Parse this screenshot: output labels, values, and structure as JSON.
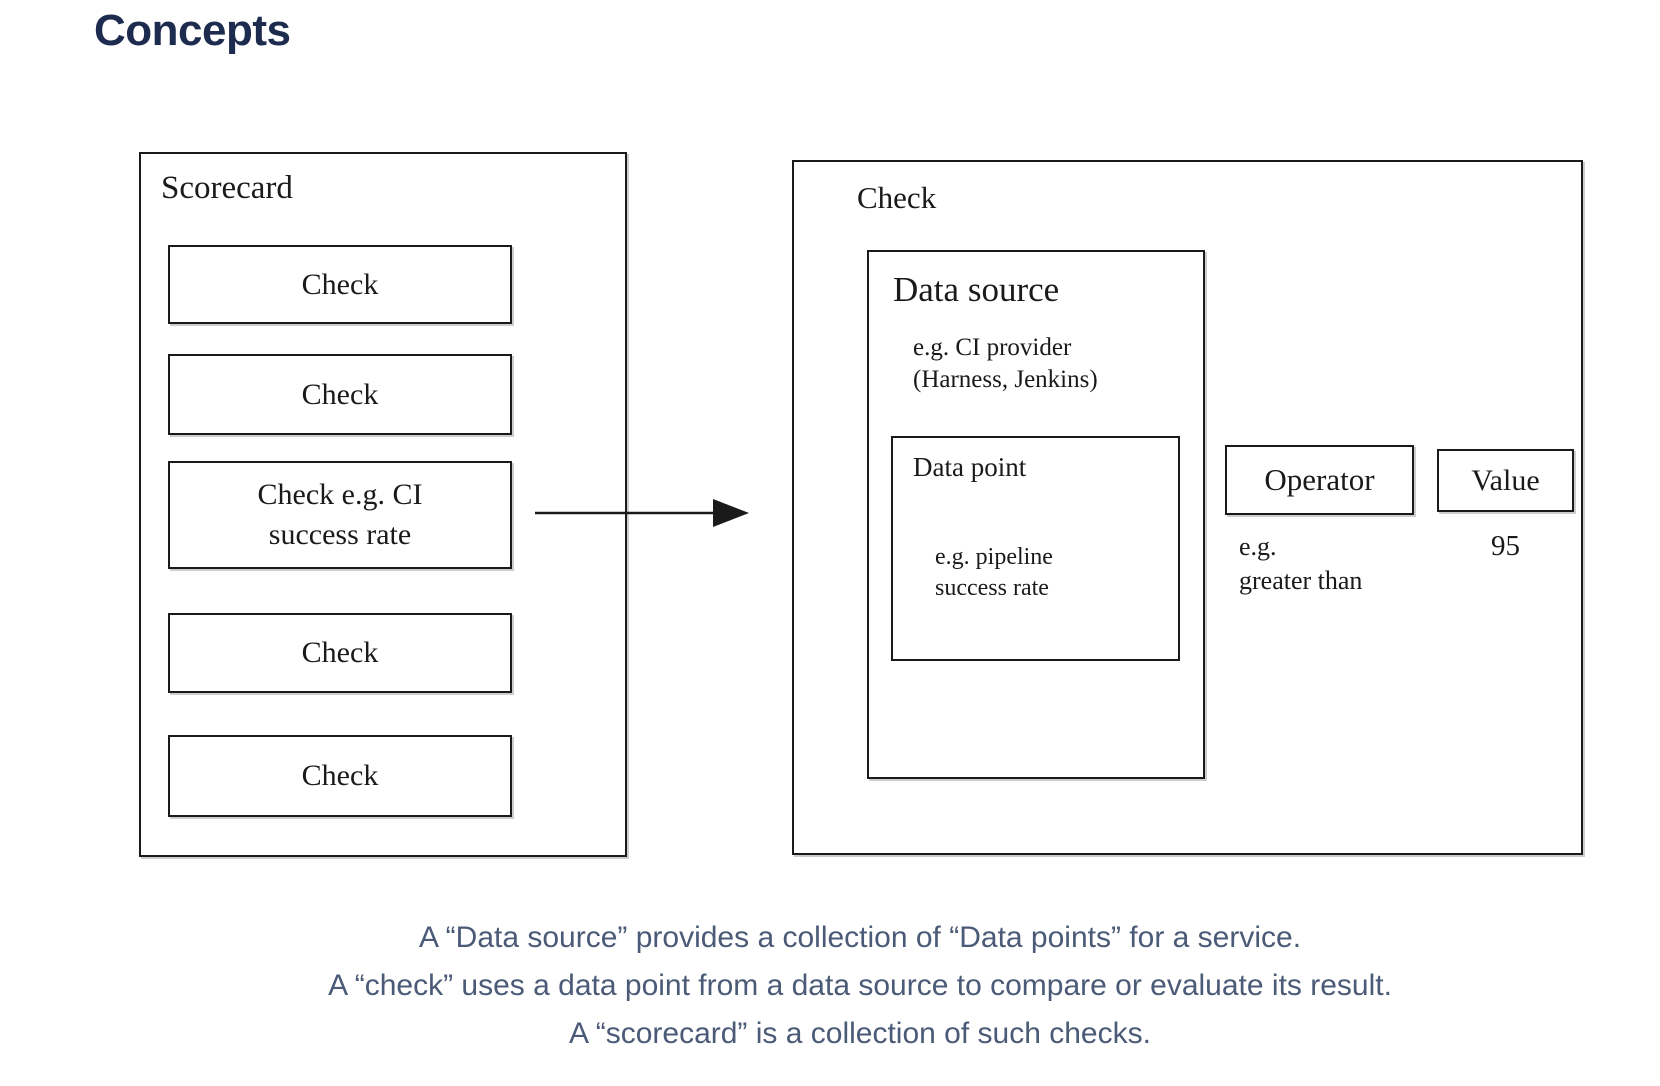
{
  "title": "Concepts",
  "scorecard": {
    "label": "Scorecard",
    "checks": [
      "Check",
      "Check",
      "Check e.g. CI\nsuccess rate",
      "Check",
      "Check"
    ]
  },
  "check_detail": {
    "label": "Check",
    "data_source": {
      "label": "Data source",
      "example": "e.g. CI provider\n(Harness, Jenkins)",
      "data_point": {
        "label": "Data point",
        "example": "e.g. pipeline\nsuccess rate"
      }
    },
    "operator": {
      "label": "Operator",
      "example": "e.g.\ngreater than"
    },
    "value": {
      "label": "Value",
      "example": "95"
    }
  },
  "captions": [
    "A “Data source” provides a collection of “Data points” for a service.",
    "A “check” uses a data point from a data source to compare or evaluate its result.",
    "A “scorecard” is a collection of such checks."
  ],
  "colors": {
    "heading": "#1d2b4f",
    "caption": "#4b5a77",
    "stroke": "#1a1a1a",
    "background": "#ffffff"
  }
}
